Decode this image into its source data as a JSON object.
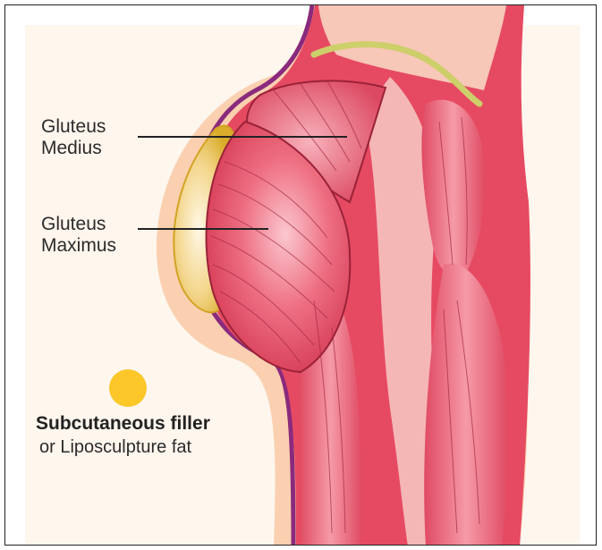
{
  "labels": {
    "gluteus_medius": [
      "Gluteus",
      "Medius"
    ],
    "gluteus_maximus": [
      "Gluteus",
      "Maximus"
    ]
  },
  "legend": {
    "title": "Subcutaneous filler",
    "subtitle": "or Liposculpture fat",
    "swatch_color": "#fcc728"
  },
  "colors": {
    "muscle": "#e64a62",
    "muscle_light": "#f6a3ad",
    "skin": "#fad0b0",
    "fascia": "#8a2a7c",
    "filler": "#e6bb2e",
    "nerve": "#cdcf6a"
  }
}
